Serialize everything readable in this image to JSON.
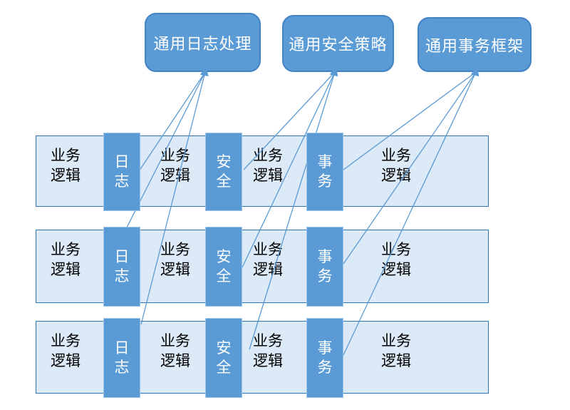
{
  "aspect_boxes": [
    {
      "label": "通用日志处理"
    },
    {
      "label": "通用安全策略"
    },
    {
      "label": "通用事务框架"
    }
  ],
  "bars": [
    {
      "cells": [
        {
          "label": "业务逻辑"
        },
        {
          "label": "日志"
        },
        {
          "label": "业务逻辑"
        },
        {
          "label": "安全"
        },
        {
          "label": "业务逻辑"
        },
        {
          "label": "事务"
        },
        {
          "label": "业务逻辑"
        }
      ]
    },
    {
      "cells": [
        {
          "label": "业务逻辑"
        },
        {
          "label": "日志"
        },
        {
          "label": "业务逻辑"
        },
        {
          "label": "安全"
        },
        {
          "label": "业务逻辑"
        },
        {
          "label": "事务"
        },
        {
          "label": "业务逻辑"
        }
      ]
    },
    {
      "cells": [
        {
          "label": "业务逻辑"
        },
        {
          "label": "日志"
        },
        {
          "label": "业务逻辑"
        },
        {
          "label": "安全"
        },
        {
          "label": "业务逻辑"
        },
        {
          "label": "事务"
        },
        {
          "label": "业务逻辑"
        }
      ]
    }
  ],
  "connections": [
    {
      "source": "通用日志处理",
      "target_segment": "日志",
      "target_bars": [
        1,
        2,
        3
      ]
    },
    {
      "source": "通用安全策略",
      "target_segment": "安全",
      "target_bars": [
        1,
        2,
        3
      ]
    },
    {
      "source": "通用事务框架",
      "target_segment": "事务",
      "target_bars": [
        1,
        2,
        3
      ]
    }
  ],
  "colors": {
    "shape_fill": "#5b9bd5",
    "shape_border": "#4183c4",
    "bar_fill": "#dce9f6",
    "bar_border": "#2e74b5",
    "segment_border": "#9dc3e6",
    "connector": "#5b9bd5",
    "business_text": "#000000",
    "aspect_text": "#ffffff",
    "background": "#ffffff"
  }
}
